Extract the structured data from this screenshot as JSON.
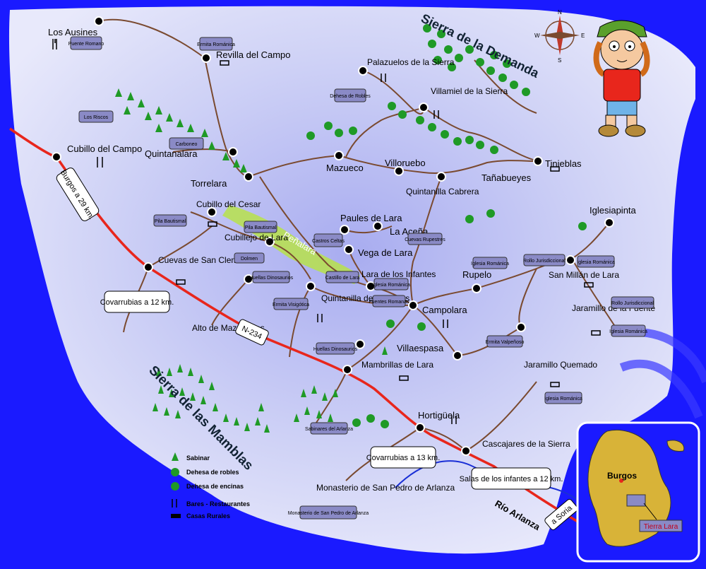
{
  "colors": {
    "background": "#1a1aff",
    "map_area": "#d6d8f4",
    "highway": "#e8261c",
    "river": "#1a2fd6",
    "road": "#7a4a30",
    "sierra": "#2a8f2a",
    "tree": "#1f9a26",
    "penalara": "#b7e24a",
    "badge": "#8a8ac6",
    "inset_land": "#d8b338"
  },
  "towns": [
    {
      "name": "Los Ausines"
    },
    {
      "name": "Revilla del Campo"
    },
    {
      "name": "Palazuelos de la Sierra"
    },
    {
      "name": "Villamiel de la Sierra"
    },
    {
      "name": "Cubillo del Campo"
    },
    {
      "name": "Quintanalara"
    },
    {
      "name": "Torrelara"
    },
    {
      "name": "Mazueco"
    },
    {
      "name": "Villoruebo"
    },
    {
      "name": "Tañabueyes"
    },
    {
      "name": "Tinieblas"
    },
    {
      "name": "Quintanilla Cabrera"
    },
    {
      "name": "Iglesiapinta"
    },
    {
      "name": "Cubillo del Cesar"
    },
    {
      "name": "Paules de Lara"
    },
    {
      "name": "La Aceña"
    },
    {
      "name": "Vega de Lara"
    },
    {
      "name": "Cubillejo de Lara"
    },
    {
      "name": "Cuevas de San Clemente"
    },
    {
      "name": "Lara de los Infantes"
    },
    {
      "name": "Rupelo"
    },
    {
      "name": "San Millán de Lara"
    },
    {
      "name": "Quintanilla de las Viñas"
    },
    {
      "name": "Campolara"
    },
    {
      "name": "Jaramillo de la Fuente"
    },
    {
      "name": "Alto de Mazariegos"
    },
    {
      "name": "Villaespasa"
    },
    {
      "name": "Mambrillas de Lara"
    },
    {
      "name": "Jaramillo Quemado"
    },
    {
      "name": "Hortigüela"
    },
    {
      "name": "Cascajares de la Sierra"
    },
    {
      "name": "Monasterio de San Pedro de Arlanza"
    }
  ],
  "sierras": {
    "demanda": "Sierra de la Demanda",
    "mamblas": "Sierra de las Mamblas",
    "penalara": "Peñalara"
  },
  "roads": {
    "n234": "N-234",
    "burgos": "Burgos a 29 km.",
    "covarrubias12": "Covarrubias a 12 km.",
    "covarrubias13": "Covarrubias a 13 km.",
    "salas": "Salas de los infantes a 12 km.",
    "soria": "a Soria",
    "river": "Río Arlanza"
  },
  "badges": [
    {
      "label": "Puente Romano"
    },
    {
      "label": "Ermita Románica"
    },
    {
      "label": "Dehesa de Robles"
    },
    {
      "label": "Los Riscos"
    },
    {
      "label": "Carboneo"
    },
    {
      "label": "Pila Bautismal"
    },
    {
      "label": "Pila Bautismal"
    },
    {
      "label": "Castros Celtas"
    },
    {
      "label": "Dolmen"
    },
    {
      "label": "Cuevas Rupestres"
    },
    {
      "label": "Huellas Dinosaurios"
    },
    {
      "label": "Castillo de Lara"
    },
    {
      "label": "Ermita Visigótica"
    },
    {
      "label": "Iglesia Románica"
    },
    {
      "label": "Fuentes Romanas"
    },
    {
      "label": "Iglesia Románica"
    },
    {
      "label": "Rollo Jurisdiccional"
    },
    {
      "label": "Iglesia Románica"
    },
    {
      "label": "Rollo Jurisdiccional"
    },
    {
      "label": "Iglesia Románica"
    },
    {
      "label": "Huellas Dinosaurios"
    },
    {
      "label": "Ermita Valpeñoso"
    },
    {
      "label": "Iglesia Románica"
    },
    {
      "label": "Sabinares del Arlanza"
    },
    {
      "label": "Monasterio de San Pedro de Arlanza"
    }
  ],
  "legend": [
    {
      "label": "Sabinar",
      "icon": "sabinar-icon"
    },
    {
      "label": "Dehesa de robles",
      "icon": "oak-icon"
    },
    {
      "label": "Dehesa de encinas",
      "icon": "holm-oak-icon"
    },
    {
      "label": "Bares - Restaurantes",
      "icon": "fork-knife-icon"
    },
    {
      "label": "Casas Rurales",
      "icon": "bed-icon"
    }
  ],
  "inset": {
    "city": "Burgos",
    "region": "Tierra Lara"
  }
}
